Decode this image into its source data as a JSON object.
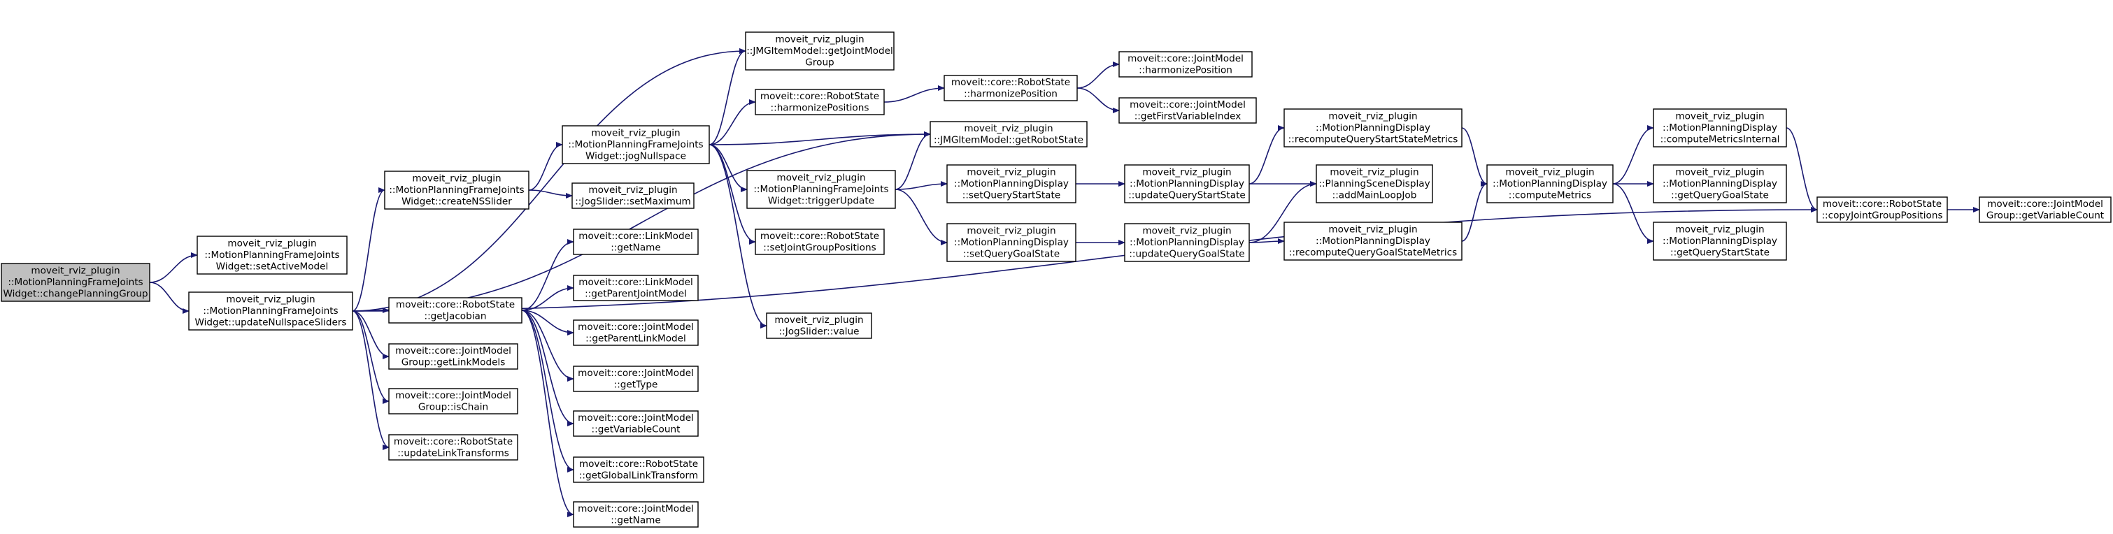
{
  "nodes": {
    "n0": {
      "lines": [
        "moveit_rviz_plugin",
        "::MotionPlanningFrameJoints",
        "Widget::changePlanningGroup"
      ],
      "root": true
    },
    "n1": {
      "lines": [
        "moveit_rviz_plugin",
        "::MotionPlanningFrameJoints",
        "Widget::setActiveModel"
      ]
    },
    "n2": {
      "lines": [
        "moveit_rviz_plugin",
        "::MotionPlanningFrameJoints",
        "Widget::updateNullspaceSliders"
      ]
    },
    "n3": {
      "lines": [
        "moveit_rviz_plugin",
        "::MotionPlanningFrameJoints",
        "Widget::createNSSlider"
      ]
    },
    "n4": {
      "lines": [
        "moveit::core::RobotState",
        "::getJacobian"
      ]
    },
    "n5": {
      "lines": [
        "moveit::core::JointModel",
        "Group::getLinkModels"
      ]
    },
    "n6": {
      "lines": [
        "moveit::core::JointModel",
        "Group::isChain"
      ]
    },
    "n7": {
      "lines": [
        "moveit::core::RobotState",
        "::updateLinkTransforms"
      ]
    },
    "n8": {
      "lines": [
        "moveit_rviz_plugin",
        "::MotionPlanningFrameJoints",
        "Widget::jogNullspace"
      ]
    },
    "n9": {
      "lines": [
        "moveit_rviz_plugin",
        "::JogSlider::setMaximum"
      ]
    },
    "n10": {
      "lines": [
        "moveit::core::LinkModel",
        "::getName"
      ]
    },
    "n11": {
      "lines": [
        "moveit::core::LinkModel",
        "::getParentJointModel"
      ]
    },
    "n12": {
      "lines": [
        "moveit::core::JointModel",
        "::getParentLinkModel"
      ]
    },
    "n13": {
      "lines": [
        "moveit::core::JointModel",
        "::getType"
      ]
    },
    "n14": {
      "lines": [
        "moveit::core::JointModel",
        "::getVariableCount"
      ]
    },
    "n15": {
      "lines": [
        "moveit::core::RobotState",
        "::getGlobalLinkTransform"
      ]
    },
    "n16": {
      "lines": [
        "moveit::core::JointModel",
        "::getName"
      ]
    },
    "n17": {
      "lines": [
        "moveit_rviz_plugin",
        "::JogSlider::value"
      ]
    },
    "n18": {
      "lines": [
        "moveit_rviz_plugin",
        "::JMGItemModel::getJointModel",
        "Group"
      ]
    },
    "n19": {
      "lines": [
        "moveit::core::RobotState",
        "::harmonizePositions"
      ]
    },
    "n20": {
      "lines": [
        "moveit_rviz_plugin",
        "::MotionPlanningFrameJoints",
        "Widget::triggerUpdate"
      ]
    },
    "n21": {
      "lines": [
        "moveit::core::RobotState",
        "::setJointGroupPositions"
      ]
    },
    "n22": {
      "lines": [
        "moveit::core::RobotState",
        "::harmonizePosition"
      ]
    },
    "n23": {
      "lines": [
        "moveit_rviz_plugin",
        "::JMGItemModel::getRobotState"
      ]
    },
    "n24": {
      "lines": [
        "moveit_rviz_plugin",
        "::MotionPlanningDisplay",
        "::setQueryStartState"
      ]
    },
    "n25": {
      "lines": [
        "moveit_rviz_plugin",
        "::MotionPlanningDisplay",
        "::setQueryGoalState"
      ]
    },
    "n26": {
      "lines": [
        "moveit::core::JointModel",
        "::harmonizePosition"
      ]
    },
    "n27": {
      "lines": [
        "moveit::core::JointModel",
        "::getFirstVariableIndex"
      ]
    },
    "n28": {
      "lines": [
        "moveit_rviz_plugin",
        "::MotionPlanningDisplay",
        "::updateQueryStartState"
      ]
    },
    "n29": {
      "lines": [
        "moveit_rviz_plugin",
        "::MotionPlanningDisplay",
        "::updateQueryGoalState"
      ]
    },
    "n30": {
      "lines": [
        "moveit_rviz_plugin",
        "::MotionPlanningDisplay",
        "::recomputeQueryStartStateMetrics"
      ]
    },
    "n31": {
      "lines": [
        "moveit_rviz_plugin",
        "::PlanningSceneDisplay",
        "::addMainLoopJob"
      ]
    },
    "n32": {
      "lines": [
        "moveit_rviz_plugin",
        "::MotionPlanningDisplay",
        "::recomputeQueryGoalStateMetrics"
      ]
    },
    "n33": {
      "lines": [
        "moveit_rviz_plugin",
        "::MotionPlanningDisplay",
        "::computeMetrics"
      ]
    },
    "n34": {
      "lines": [
        "moveit_rviz_plugin",
        "::MotionPlanningDisplay",
        "::computeMetricsInternal"
      ]
    },
    "n35": {
      "lines": [
        "moveit_rviz_plugin",
        "::MotionPlanningDisplay",
        "::getQueryGoalState"
      ]
    },
    "n36": {
      "lines": [
        "moveit_rviz_plugin",
        "::MotionPlanningDisplay",
        "::getQueryStartState"
      ]
    },
    "n37": {
      "lines": [
        "moveit::core::RobotState",
        "::copyJointGroupPositions"
      ]
    },
    "n38": {
      "lines": [
        "moveit::core::JointModel",
        "Group::getVariableCount"
      ]
    }
  },
  "edges": [
    [
      "n0",
      "n1"
    ],
    [
      "n0",
      "n2"
    ],
    [
      "n2",
      "n3"
    ],
    [
      "n2",
      "n4"
    ],
    [
      "n2",
      "n5"
    ],
    [
      "n2",
      "n6"
    ],
    [
      "n2",
      "n7"
    ],
    [
      "n2",
      "n18"
    ],
    [
      "n2",
      "n23"
    ],
    [
      "n2",
      "n37"
    ],
    [
      "n3",
      "n8"
    ],
    [
      "n3",
      "n9"
    ],
    [
      "n4",
      "n10"
    ],
    [
      "n4",
      "n11"
    ],
    [
      "n4",
      "n12"
    ],
    [
      "n4",
      "n13"
    ],
    [
      "n4",
      "n14"
    ],
    [
      "n4",
      "n15"
    ],
    [
      "n4",
      "n16"
    ],
    [
      "n8",
      "n18"
    ],
    [
      "n8",
      "n19"
    ],
    [
      "n8",
      "n23"
    ],
    [
      "n8",
      "n20"
    ],
    [
      "n8",
      "n21"
    ],
    [
      "n8",
      "n17"
    ],
    [
      "n19",
      "n22"
    ],
    [
      "n20",
      "n23"
    ],
    [
      "n20",
      "n24"
    ],
    [
      "n20",
      "n25"
    ],
    [
      "n22",
      "n26"
    ],
    [
      "n22",
      "n27"
    ],
    [
      "n24",
      "n28"
    ],
    [
      "n25",
      "n29"
    ],
    [
      "n28",
      "n30"
    ],
    [
      "n28",
      "n31"
    ],
    [
      "n29",
      "n31"
    ],
    [
      "n29",
      "n32"
    ],
    [
      "n30",
      "n33"
    ],
    [
      "n32",
      "n33"
    ],
    [
      "n33",
      "n34"
    ],
    [
      "n33",
      "n35"
    ],
    [
      "n33",
      "n36"
    ],
    [
      "n34",
      "n37"
    ],
    [
      "n37",
      "n38"
    ]
  ]
}
